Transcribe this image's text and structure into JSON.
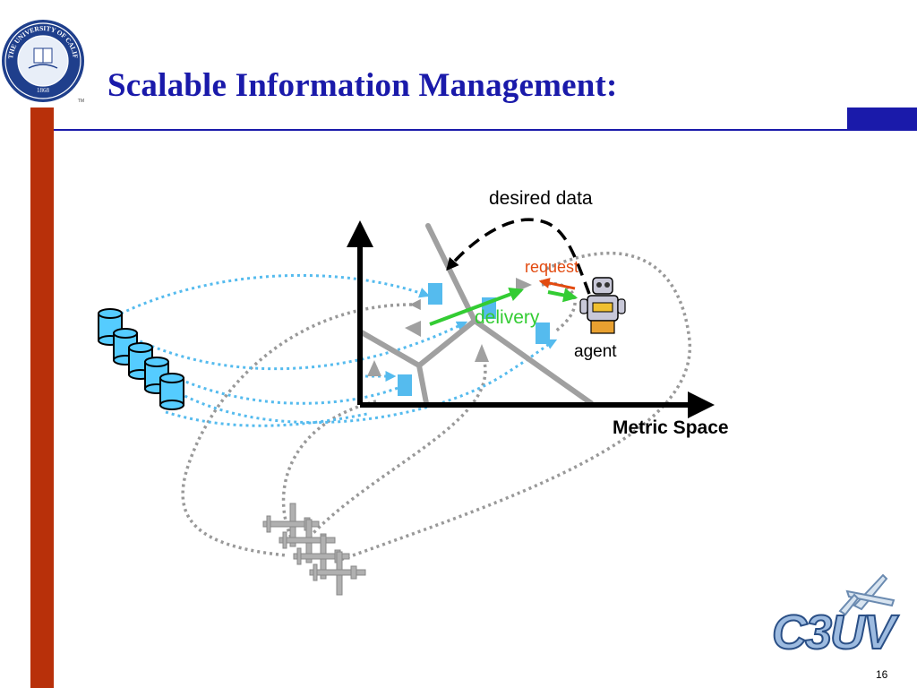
{
  "slide": {
    "title": "Scalable Information Management:",
    "page_number": "16"
  },
  "seal": {
    "text_top": "THE UNIVERSITY OF CALIFORNIA BERKELEY",
    "year": "1868",
    "trademark": "TM"
  },
  "diagram": {
    "desired_data_label": "desired data",
    "request_label": "request",
    "delivery_label": "delivery",
    "agent_label": "agent",
    "axis_label": "Metric Space"
  },
  "logo": {
    "text": "C3UV"
  },
  "colors": {
    "title": "#1a1aaa",
    "left_bar": "#b8300a",
    "data_links": "#55bbee",
    "uav_links": "#999999",
    "request": "#e24a10",
    "delivery": "#33cc33",
    "partition": "#a0a0a0"
  },
  "icons": [
    "database-icon",
    "uav-icon",
    "robot-agent-icon",
    "university-seal",
    "c3uv-logo"
  ]
}
